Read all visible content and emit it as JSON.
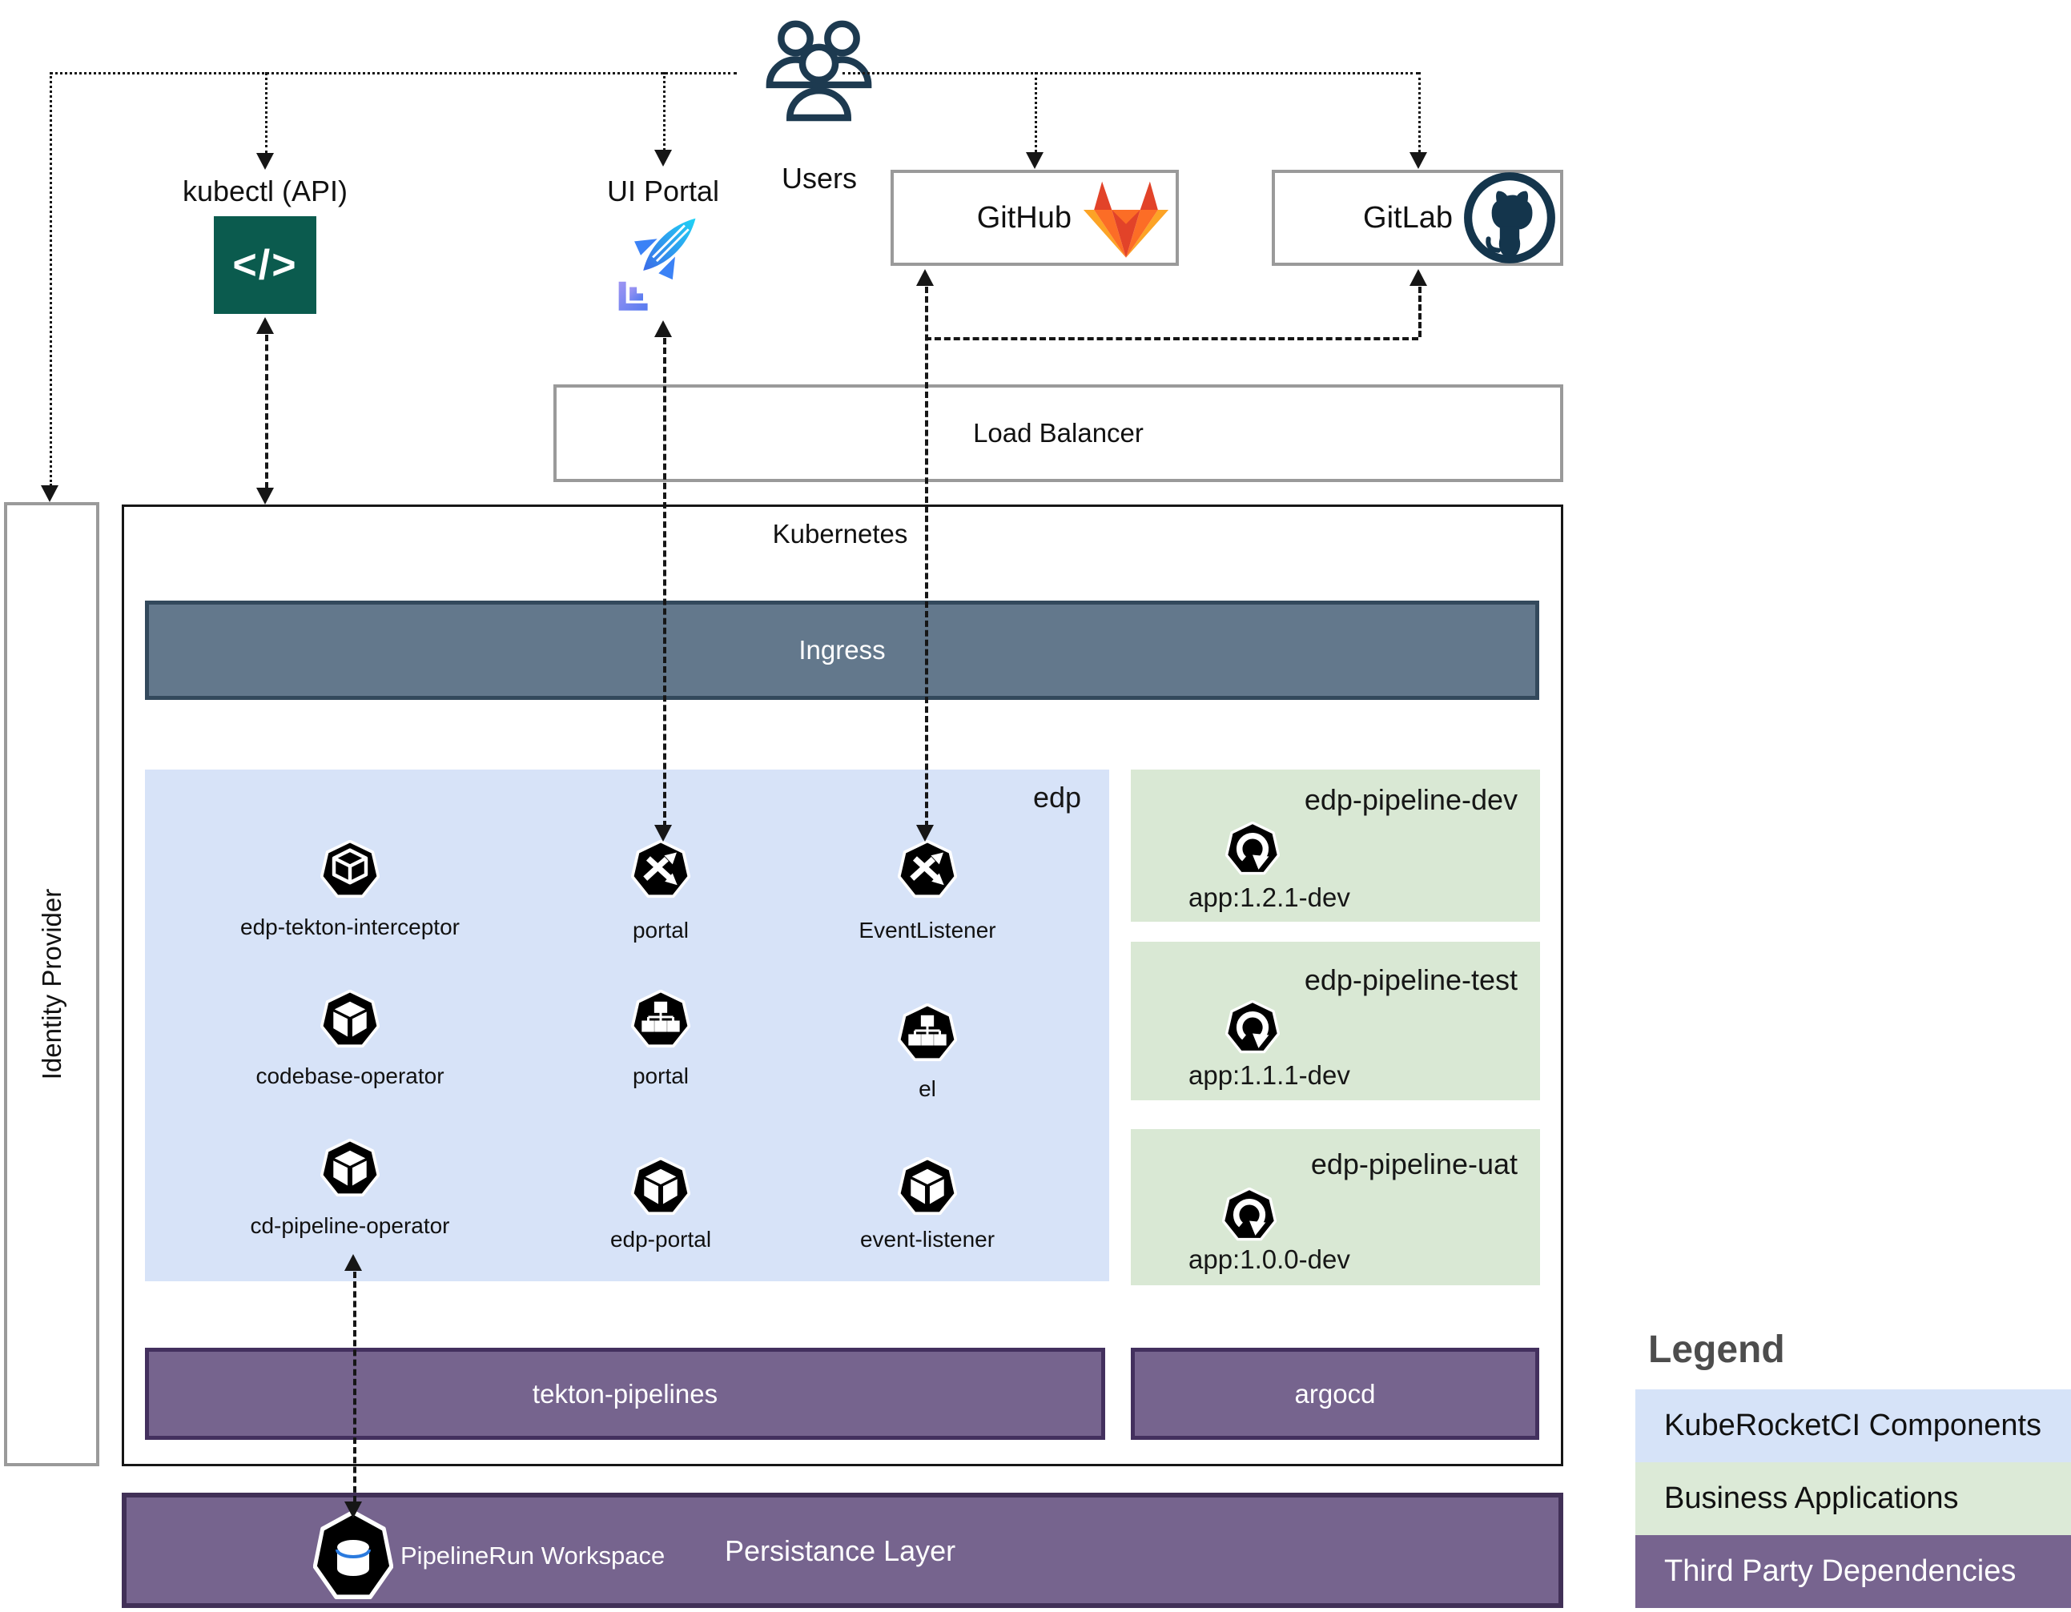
{
  "actors": {
    "users_label": "Users",
    "kubectl_label": "kubectl (API)",
    "kubectl_glyph": "</>",
    "ui_portal_label": "UI Portal",
    "github_label": "GitHub",
    "gitlab_label": "GitLab"
  },
  "load_balancer": {
    "label": "Load Balancer"
  },
  "kubernetes": {
    "label": "Kubernetes"
  },
  "ingress": {
    "label": "Ingress"
  },
  "identity_provider": {
    "label": "Identity Provider"
  },
  "edp_namespace": {
    "label": "edp",
    "components": [
      {
        "name": "edp-tekton-interceptor",
        "icon": "pod-cube-wire",
        "color": "#21c40f"
      },
      {
        "name": "portal",
        "icon": "service-arrows",
        "color": "#6aa7ec"
      },
      {
        "name": "EventListener",
        "icon": "service-arrows",
        "color": "#21c40f"
      },
      {
        "name": "codebase-operator",
        "icon": "pod-cube",
        "color": "#2a6ce0"
      },
      {
        "name": "portal",
        "icon": "deployment-tree",
        "color": "#6aa7ec"
      },
      {
        "name": "el",
        "icon": "deployment-tree",
        "color": "#21c40f"
      },
      {
        "name": "cd-pipeline-operator",
        "icon": "pod-cube",
        "color": "#2a6ce0"
      },
      {
        "name": "edp-portal",
        "icon": "pod-cube",
        "color": "#6aa7ec"
      },
      {
        "name": "event-listener",
        "icon": "pod-cube",
        "color": "#21c40f"
      }
    ]
  },
  "pipeline_namespaces": [
    {
      "title": "edp-pipeline-dev",
      "app": "app:1.2.1-dev"
    },
    {
      "title": "edp-pipeline-test",
      "app": "app:1.1.1-dev"
    },
    {
      "title": "edp-pipeline-uat",
      "app": "app:1.0.0-dev"
    }
  ],
  "tekton": {
    "label": "tekton-pipelines"
  },
  "argocd": {
    "label": "argocd"
  },
  "persistence": {
    "label": "Persistance Layer",
    "workspace": "PipelineRun Workspace"
  },
  "legend": {
    "title": "Legend",
    "items": [
      {
        "label": "KubeRocketCI Components",
        "color": "#d6e3f8",
        "text_color": "#111111"
      },
      {
        "label": "Business Applications",
        "color": "#dcead7",
        "text_color": "#111111"
      },
      {
        "label": "Third Party Dependencies",
        "color": "#77648f",
        "text_color": "#ffffff"
      }
    ]
  }
}
